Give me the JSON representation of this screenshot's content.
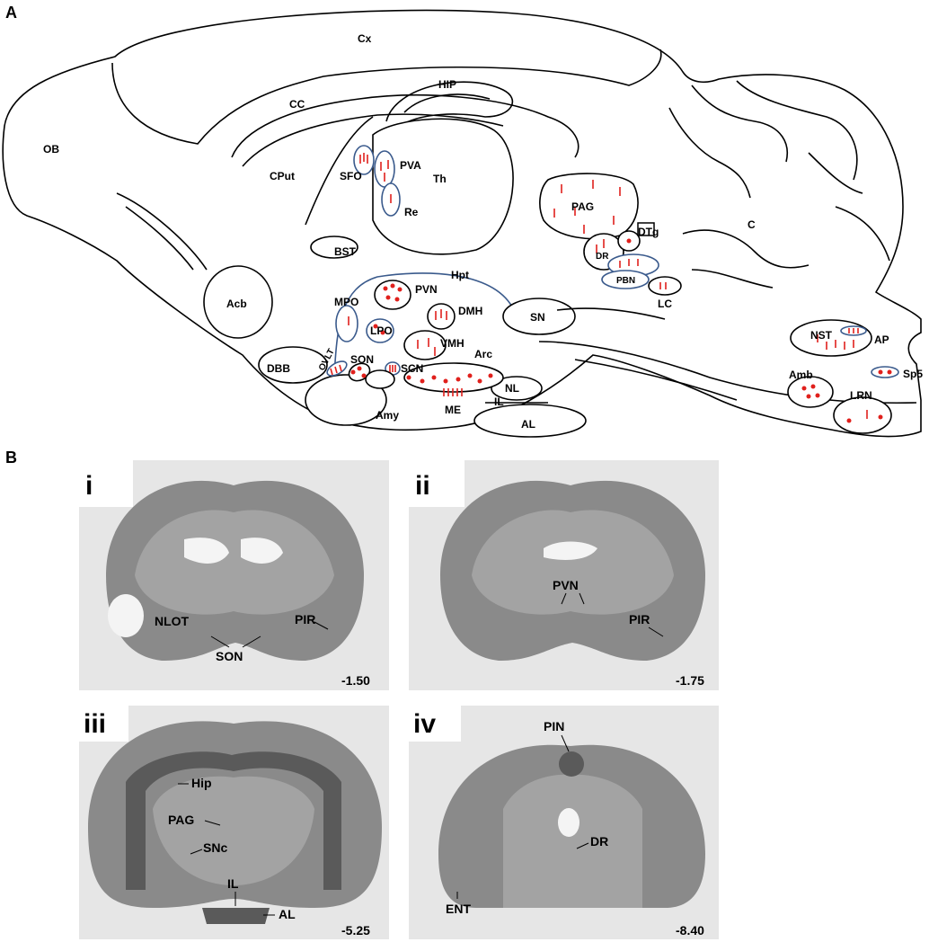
{
  "panels": {
    "a": {
      "letter": "A"
    },
    "b": {
      "letter": "B"
    }
  },
  "sagittal_labels": {
    "cx": "Cx",
    "cc": "CC",
    "hip": "HIP",
    "ob": "OB",
    "cput": "CPut",
    "sfo": "SFO",
    "pva": "PVA",
    "th": "Th",
    "re": "Re",
    "bst": "BST",
    "acb": "Acb",
    "hpt": "Hpt",
    "mpo": "MPO",
    "pvn": "PVN",
    "dmh": "DMH",
    "lpo": "LPO",
    "vmh": "VMH",
    "arc": "Arc",
    "ovlt": "OVLT",
    "son": "SON",
    "scn": "SCN",
    "dbb": "DBB",
    "amy": "Amy",
    "me": "ME",
    "nl": "NL",
    "il": "IL",
    "al": "AL",
    "sn": "SN",
    "pag": "PAG",
    "dtg": "DTg",
    "dr": "DR",
    "pbn": "PBN",
    "lc": "LC",
    "c": "C",
    "nst": "NST",
    "ap": "AP",
    "amb": "Amb",
    "lrn": "LRN",
    "sp5": "Sp5"
  },
  "sections": [
    {
      "id": "i",
      "numeral": "i",
      "coordinate": "-1.50",
      "labels": {
        "nlot": "NLOT",
        "son": "SON",
        "pir": "PIR"
      }
    },
    {
      "id": "ii",
      "numeral": "ii",
      "coordinate": "-1.75",
      "labels": {
        "pvn": "PVN",
        "pir": "PIR"
      }
    },
    {
      "id": "iii",
      "numeral": "iii",
      "coordinate": "-5.25",
      "labels": {
        "hip": "Hip",
        "pag": "PAG",
        "snc": "SNc",
        "il": "IL",
        "al": "AL"
      }
    },
    {
      "id": "iv",
      "numeral": "iv",
      "coordinate": "-8.40",
      "labels": {
        "pin": "PIN",
        "dr": "DR",
        "ent": "ENT"
      }
    }
  ],
  "colors": {
    "marker": "#e0201c",
    "highlight_outline": "#3a5a8c",
    "outline": "#000000"
  }
}
